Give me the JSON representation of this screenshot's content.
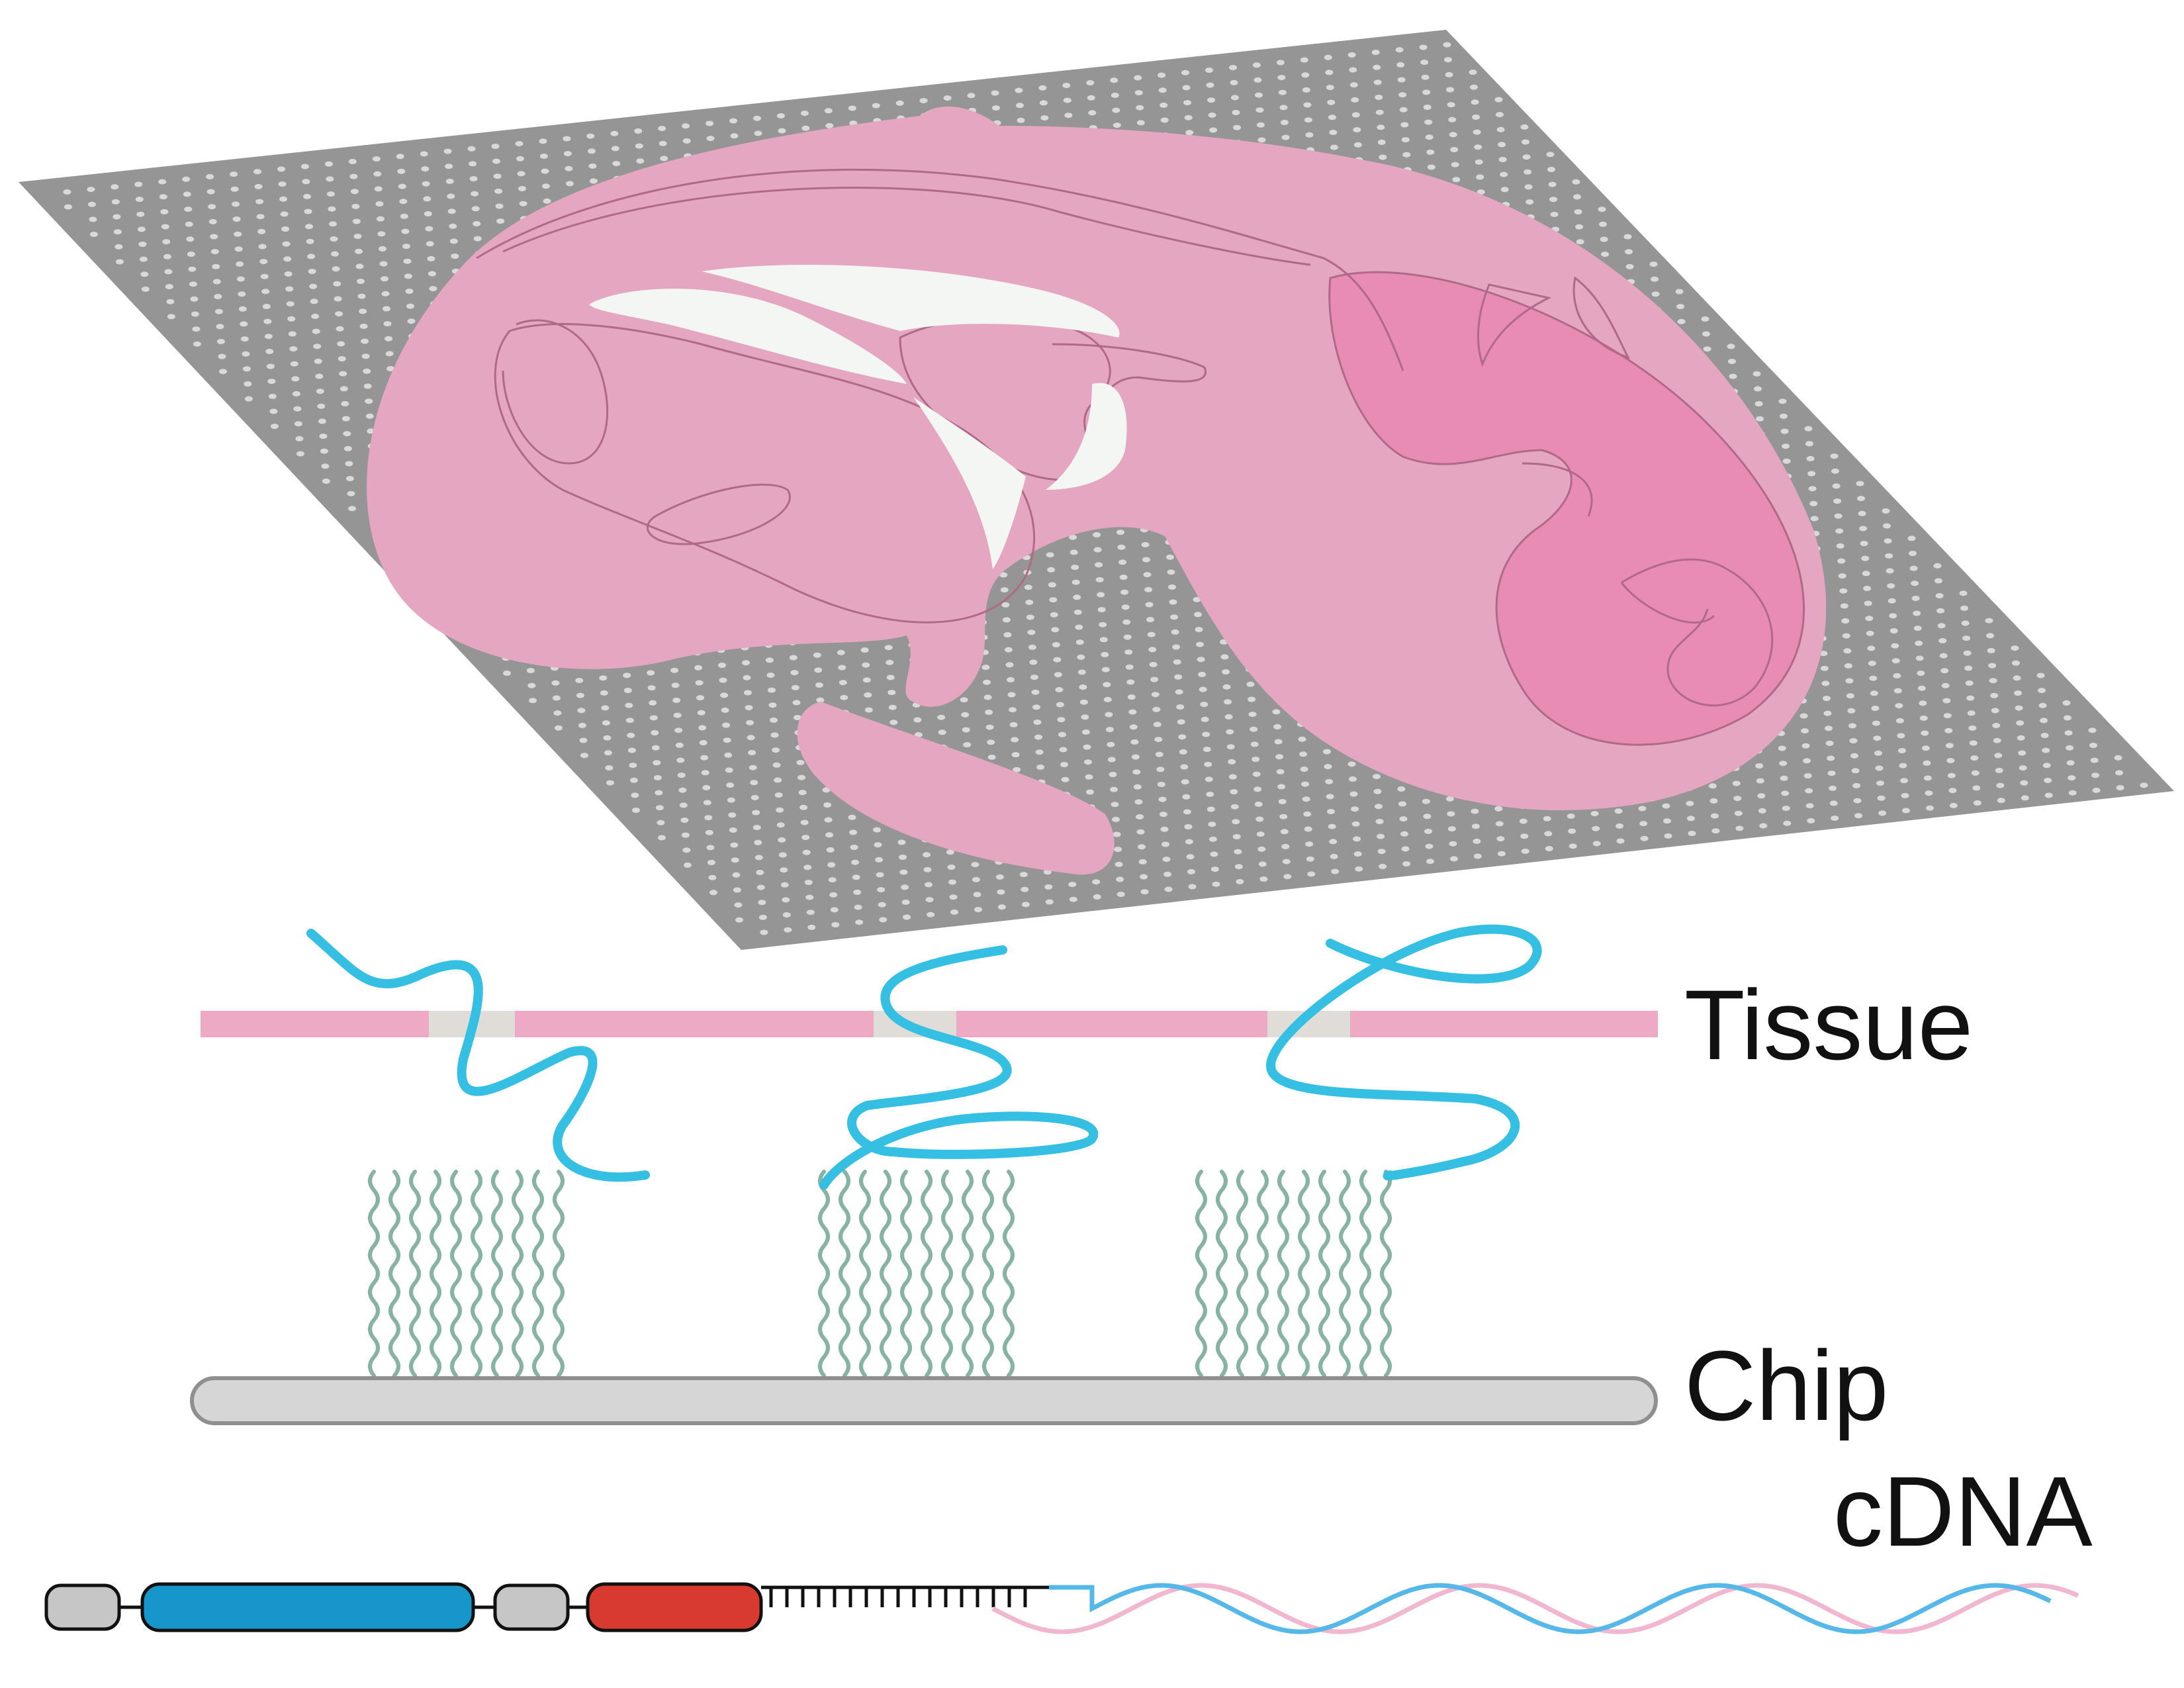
{
  "labels": {
    "tissue": "Tissue",
    "chip": "Chip",
    "cdna": "cDNA"
  },
  "colors": {
    "chip_plate": "#959595",
    "chip_dot": "#d9d9d9",
    "tissue_pink": "#e4a6c0",
    "tissue_dark_pink": "#e88cb3",
    "tissue_outline": "#b06a86",
    "tissue_bar": "#eeaac5",
    "tissue_gap": "#e0dcd7",
    "rna_strand": "#35bfe3",
    "probe_strand": "#86b3a4",
    "chip_bar": "#d6d6d6",
    "chip_bar_border": "#8f8f8f",
    "segment_gray": "#c6c6c6",
    "segment_blue": "#1796cc",
    "segment_red": "#d93a2f",
    "helix_pink": "#f1b6d0",
    "helix_blue": "#55b8e8"
  },
  "icons": {
    "tissue_section": "embryo-section-icon",
    "chip_surface": "dotted-chip-plate-icon"
  }
}
